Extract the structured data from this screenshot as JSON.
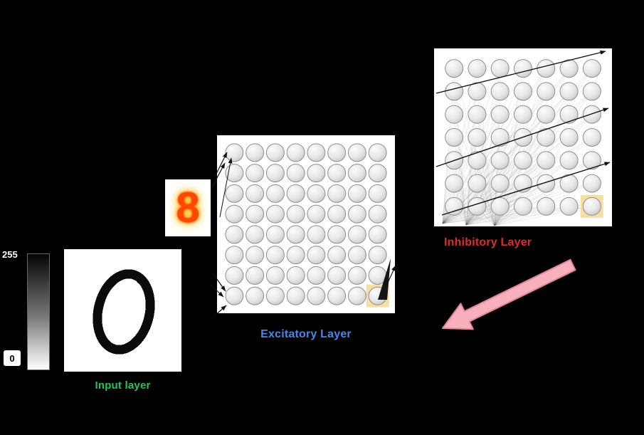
{
  "colorbar": {
    "max_label": "255",
    "min_label": "0"
  },
  "input_layer": {
    "label": "Input layer",
    "digit": "0"
  },
  "heatmap": {
    "digit": "8"
  },
  "excitatory_layer": {
    "label": "Excitatory Layer",
    "rows": 8,
    "cols": 8,
    "highlighted_neuron": "bottom-right"
  },
  "inhibitory_layer": {
    "label": "Inhibitory Layer",
    "rows": 7,
    "cols": 7,
    "highlighted_neuron": "bottom-right"
  },
  "colors": {
    "background": "#000000",
    "panel": "#FFFFFF",
    "input_label": "#27C455",
    "excitatory_label": "#4A86E8",
    "inhibitory_label": "#E02B2B",
    "neuron_fill": "#E8E8E8",
    "neuron_border": "#8F8F8F",
    "highlight": "#F5DFA5",
    "arrow": "#111111",
    "connection_line": "#555555",
    "pink_arrow_fill": "#F7B0BC",
    "pink_arrow_border": "#E2849B",
    "digit8_color": "#FF4800"
  }
}
